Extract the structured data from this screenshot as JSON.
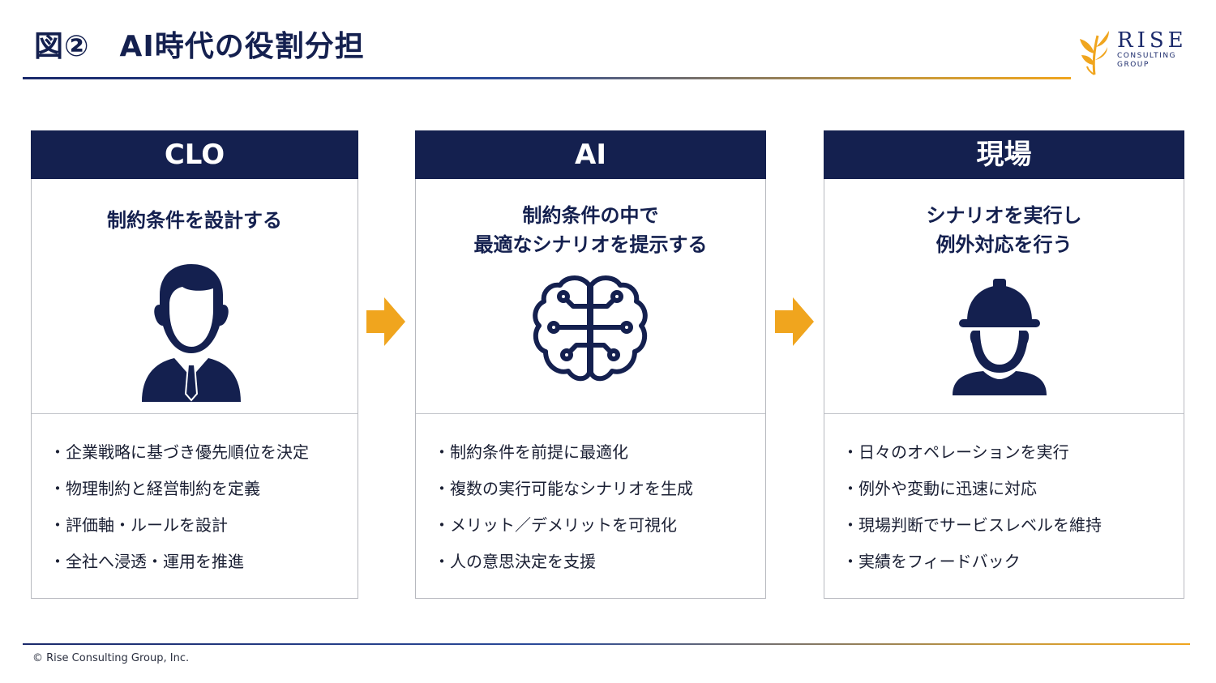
{
  "header": {
    "title": "図②　AI時代の役割分担"
  },
  "logo": {
    "name": "RISE",
    "sub1": "CONSULTING",
    "sub2": "GROUP"
  },
  "columns": [
    {
      "title": "CLO",
      "subtitle": "制約条件を設計する",
      "icon": "businessman-icon",
      "items": [
        "企業戦略に基づき優先順位を決定",
        "物理制約と経営制約を定義",
        "評価軸・ルールを設計",
        "全社へ浸透・運用を推進"
      ]
    },
    {
      "title": "AI",
      "subtitle": "制約条件の中で\n最適なシナリオを提示する",
      "icon": "ai-brain-icon",
      "items": [
        "制約条件を前提に最適化",
        "複数の実行可能なシナリオを生成",
        "メリット／デメリットを可視化",
        "人の意思決定を支援"
      ]
    },
    {
      "title": "現場",
      "subtitle": "シナリオを実行し\n例外対応を行う",
      "icon": "worker-helmet-icon",
      "items": [
        "日々のオペレーションを実行",
        "例外や変動に迅速に対応",
        "現場判断でサービスレベルを維持",
        "実績をフィードバック"
      ]
    }
  ],
  "colors": {
    "navy": "#14204f",
    "orange": "#f0a51e"
  },
  "footer": {
    "copyright": "© Rise Consulting Group, Inc."
  }
}
